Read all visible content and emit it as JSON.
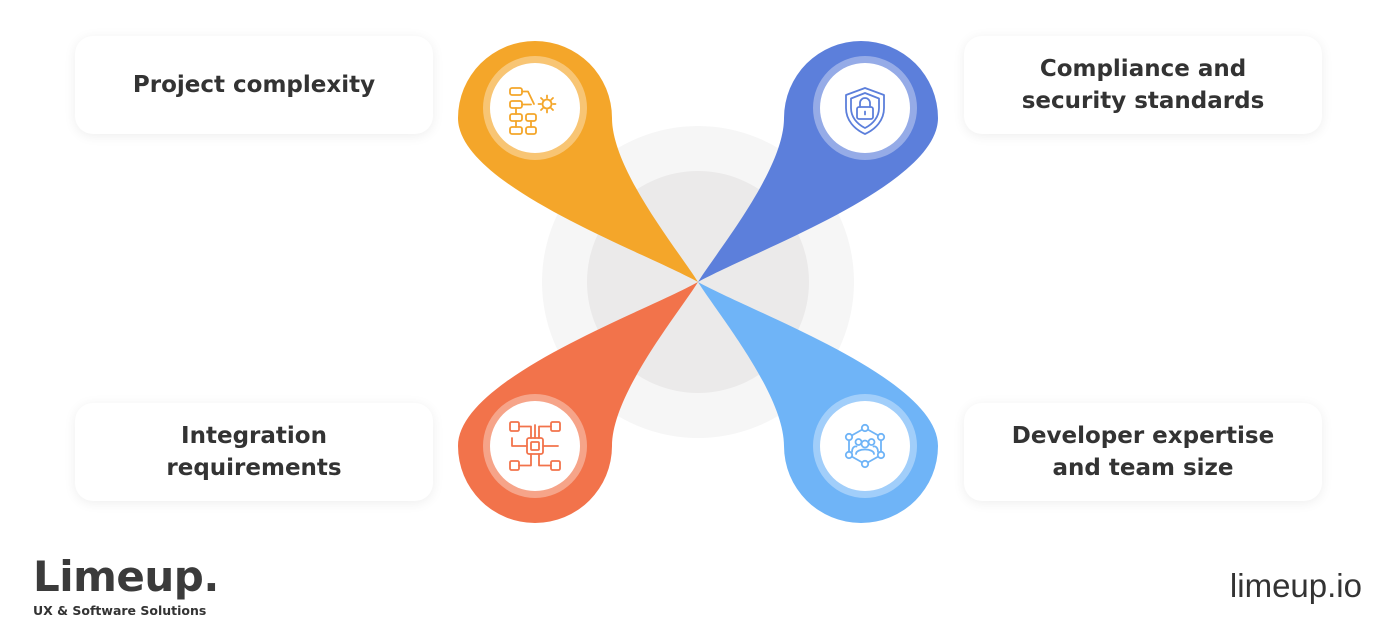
{
  "petals": [
    {
      "id": "tl",
      "label": "Project complexity",
      "color": "#f4a62a",
      "icon": "flowchart-gear-icon"
    },
    {
      "id": "tr",
      "label": "Compliance and security standards",
      "color": "#5c7fdb",
      "icon": "shield-lock-icon"
    },
    {
      "id": "bl",
      "label": "Integration requirements",
      "color": "#f2734b",
      "icon": "circuit-chip-icon"
    },
    {
      "id": "br",
      "label": "Developer expertise and team size",
      "color": "#6fb4f7",
      "icon": "team-network-icon"
    }
  ],
  "brand": {
    "name": "Limeup.",
    "tagline": "UX & Software Solutions",
    "site": "limeup.io"
  }
}
